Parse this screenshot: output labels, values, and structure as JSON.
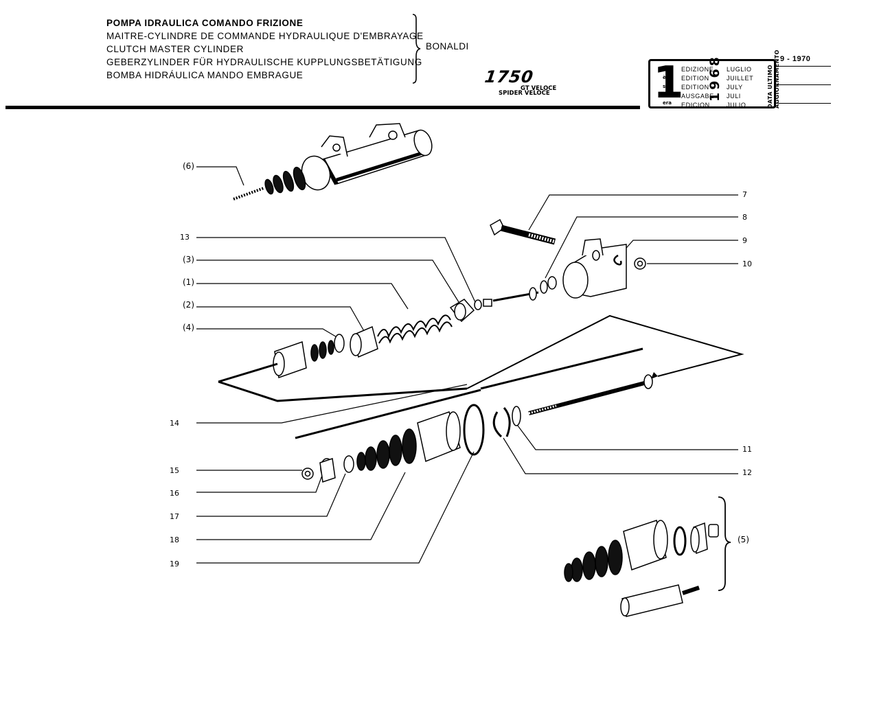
{
  "header": {
    "titles": [
      "POMPA IDRAULICA COMANDO FRIZIONE",
      "MAITRE-CYLINDRE DE COMMANDE HYDRAULIQUE D'EMBRAYAGE",
      "CLUTCH MASTER CYLINDER",
      "GEBERZYLINDER FÜR HYDRAULISCHE KUPPLUNGSBETÄTIGUNG",
      "BOMBA HIDRÁULICA MANDO EMBRAGUE"
    ],
    "maker": "BONALDI",
    "model": "1750",
    "variant_1": "GT VELOCE",
    "variant_2": "SPIDER VELOCE"
  },
  "edition": {
    "number": "1",
    "ordinals": [
      "a",
      "ère",
      "st",
      ".",
      "era"
    ],
    "labels": [
      "EDIZIONE",
      "EDITION",
      "EDITION",
      "AUSGABE",
      "EDICION"
    ],
    "months": [
      "LUGLIO",
      "JUILLET",
      "JULY",
      "JULI",
      "JULIO"
    ],
    "year": "1968",
    "update_label_1": "DATA ULTIMO",
    "update_label_2": "AGGIORNAMENTO",
    "last_update": "9 - 1970"
  },
  "callouts": {
    "c6": "(6)",
    "c13": "13",
    "c3": "(3)",
    "c1": "(1)",
    "c2": "(2)",
    "c4": "(4)",
    "c7": "7",
    "c8": "8",
    "c9": "9",
    "c10": "10",
    "c14": "14",
    "c15": "15",
    "c16": "16",
    "c17": "17",
    "c18": "18",
    "c19": "19",
    "c11": "11",
    "c12": "12",
    "c5": "(5)"
  }
}
